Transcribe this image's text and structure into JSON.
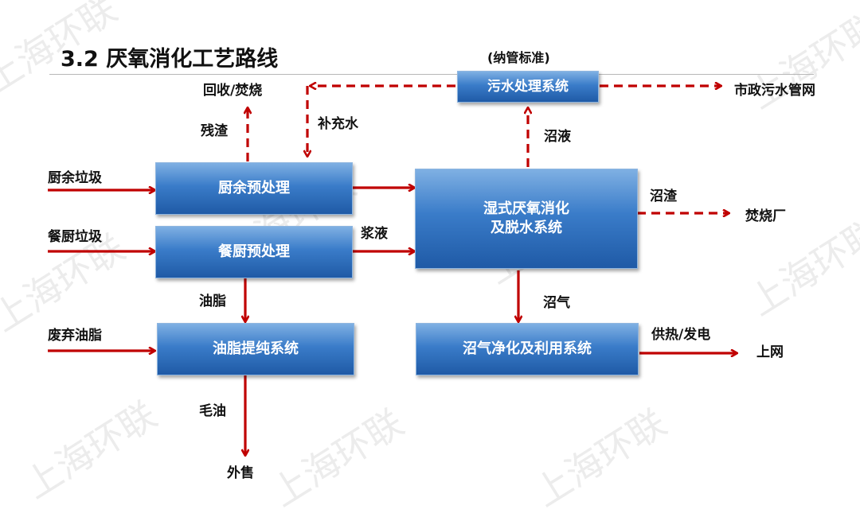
{
  "title": "3.2 厌氧消化工艺路线",
  "watermark": "上海环联",
  "colors": {
    "arrow": "#c00000",
    "box_top": "#7fb0e3",
    "box_bottom": "#1f5aa6"
  },
  "boxes": {
    "kitchen_waste_pre": "厨余预处理",
    "food_waste_pre": "餐厨预处理",
    "grease_purification": "油脂提纯系统",
    "wet_anaerobic": "湿式厌氧消化\n及脱水系统",
    "biogas_system": "沼气净化及利用系统",
    "wastewater_system": "污水处理系统"
  },
  "labels": {
    "kitchen_waste": "厨余垃圾",
    "food_waste": "餐厨垃圾",
    "waste_grease": "废弃油脂",
    "recycle_incinerate": "回收/焚烧",
    "residue": "残渣",
    "makeup_water": "补充水",
    "slurry": "浆液",
    "grease": "油脂",
    "crude_oil": "毛油",
    "sold": "外售",
    "biogas_liquid": "沼液",
    "digestate": "沼渣",
    "incineration_plant": "焚烧厂",
    "biogas": "沼气",
    "heat_power": "供热/发电",
    "grid": "上网",
    "pipe_standard": "(纳管标准)",
    "municipal_sewer": "市政污水管网"
  }
}
